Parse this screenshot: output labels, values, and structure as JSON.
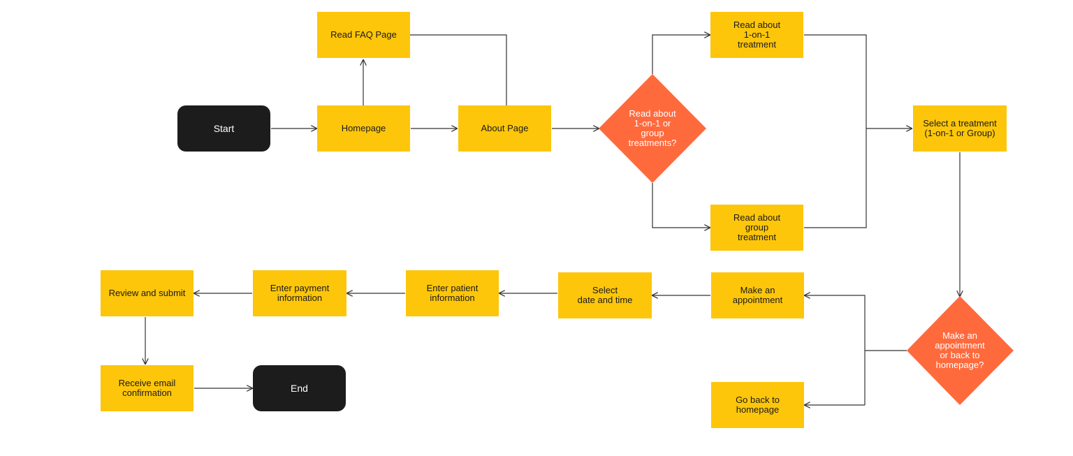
{
  "colors": {
    "process": "#FDC60A",
    "decision": "#FF6A3D",
    "terminal": "#1C1C1C",
    "connector": "#333333"
  },
  "nodes": {
    "start": "Start",
    "homepage": "Homepage",
    "faq": "Read FAQ Page",
    "about": "About Page",
    "decision_treatment": "Read about\n1-on-1 or\ngroup\ntreatments?",
    "one_on_one": "Read about\n1-on-1\ntreatment",
    "group": "Read about\ngroup\ntreatment",
    "select_treatment": "Select a treatment\n(1-on-1 or Group)",
    "decision_appointment": "Make an\nappointment\nor back to\nhomepage?",
    "make_appointment": "Make an\nappointment",
    "go_back": "Go back to\nhomepage",
    "select_date": "Select\ndate and time",
    "patient_info": "Enter patient\ninformation",
    "payment_info": "Enter payment\ninformation",
    "review": "Review and submit",
    "email": "Receive email\nconfirmation",
    "end": "End"
  }
}
